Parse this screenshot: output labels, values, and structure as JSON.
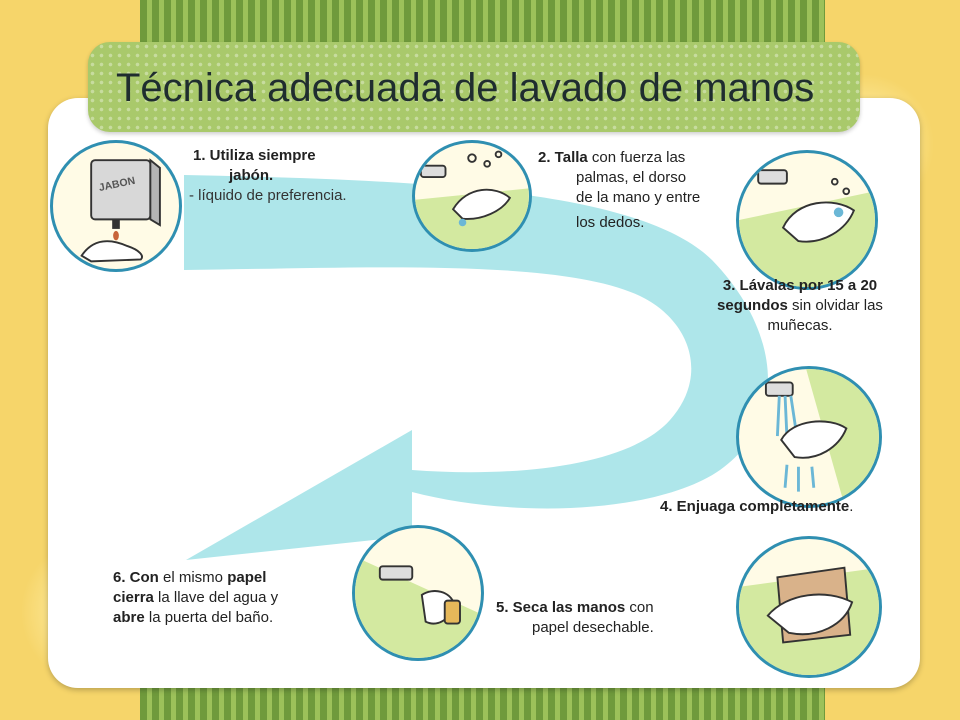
{
  "title": "Técnica adecuada de lavado de manos",
  "colors": {
    "arrow": "#aee6ea",
    "title_band": "#a9c96b",
    "stripes": "#6f9a3c",
    "background": "#f6d56a",
    "circle_border": "#2f8fb1"
  },
  "steps": {
    "s1": {
      "line1": "1.    Utiliza siempre",
      "line2": "jabón.",
      "line3": "- líquido de preferencia."
    },
    "s2": {
      "num": "2. Talla",
      "rest1": " con fuerza las",
      "line2": "palmas, el dorso",
      "line3": "de la mano y entre",
      "line4": "los dedos."
    },
    "s3": {
      "num": "3. Lávalas por 15 a 20",
      "bold2": "segundos",
      "rest2": " sin olvidar las",
      "line3": "muñecas."
    },
    "s4": {
      "num": "4. Enjuaga completamente",
      "end": "."
    },
    "s5": {
      "num": "5. Seca las manos",
      "rest1": " con",
      "line2": "papel desechable."
    },
    "s6": {
      "bold1": "6. Con",
      "rest1a": " el mismo ",
      "bold1b": "papel",
      "bold2": "cierra",
      "rest2": " la llave del agua y",
      "bold3": "abre",
      "rest3": " la puerta del baño."
    }
  },
  "icons": {
    "c1": "soap-dispenser-icon",
    "c2": "scrubbing-hands-icon",
    "c3": "washing-palms-icon",
    "c4": "rinsing-hands-icon",
    "c5": "closing-faucet-icon",
    "c6": "drying-hands-icon",
    "dispenser_label": "JABON"
  }
}
